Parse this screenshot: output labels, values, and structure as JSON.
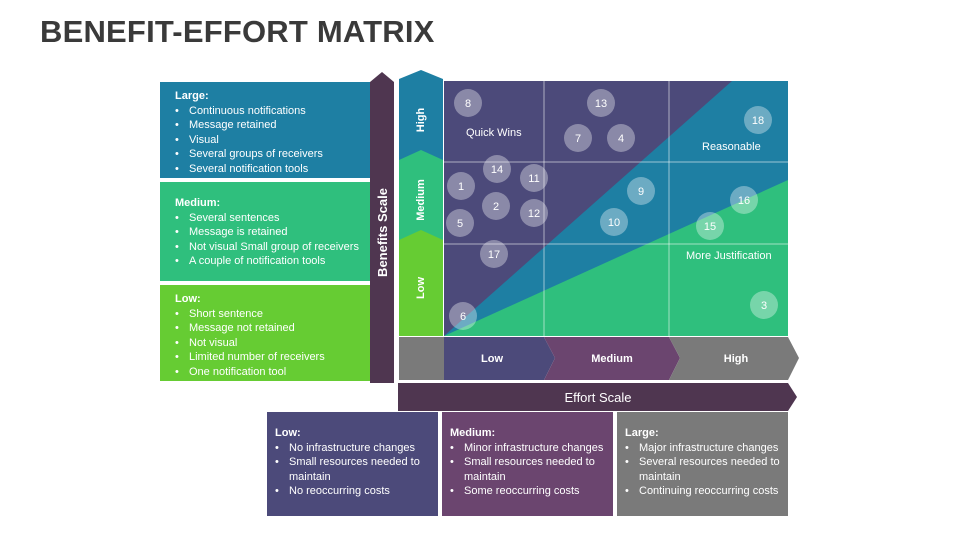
{
  "title": "BENEFIT-EFFORT MATRIX",
  "benefit_boxes": [
    {
      "heading": "Large:",
      "color": "#1e7fa3",
      "items": [
        "Continuous notifications",
        "Message retained",
        "Visual",
        "Several groups of receivers",
        "Several notification tools"
      ]
    },
    {
      "heading": "Medium:",
      "color": "#2fbf7d",
      "items": [
        "Several sentences",
        "Message is retained",
        "Not visual Small group of receivers",
        "A couple of notification tools"
      ]
    },
    {
      "heading": "Low:",
      "color": "#66cc33",
      "items": [
        "Short sentence",
        "Message not retained",
        "Not visual",
        " Limited number of receivers",
        "One notification tool"
      ]
    }
  ],
  "benefits_scale": {
    "label": "Benefits Scale",
    "levels": [
      "High",
      "Medium",
      "Low"
    ],
    "colors": [
      "#1e7fa3",
      "#2fbf7d",
      "#66cc33"
    ],
    "bar_color": "#4f3650"
  },
  "effort_scale": {
    "label": "Effort Scale",
    "levels": [
      "Low",
      "Medium",
      "High"
    ],
    "colors": [
      "#4c4a7a",
      "#6b456f",
      "#7a7a7a"
    ],
    "bar_color": "#4f3650"
  },
  "quadrants": {
    "quick_wins": "Quick Wins",
    "reasonable": "Reasonable",
    "more_justification": "More Justification"
  },
  "items": [
    "1",
    "2",
    "3",
    "4",
    "5",
    "6",
    "7",
    "8",
    "9",
    "10",
    "11",
    "12",
    "13",
    "14",
    "15",
    "16",
    "17",
    "18"
  ],
  "effort_boxes": [
    {
      "heading": "Low:",
      "color": "#4c4a7a",
      "items": [
        "No infrastructure changes",
        "Small resources needed to maintain",
        "No reoccurring costs"
      ]
    },
    {
      "heading": "Medium:",
      "color": "#6b456f",
      "items": [
        "Minor infrastructure changes",
        "Small resources needed to maintain",
        "Some reoccurring costs"
      ]
    },
    {
      "heading": "Large:",
      "color": "#7a7a7a",
      "items": [
        "Major infrastructure changes",
        "Several resources needed to maintain",
        "Continuing reoccurring costs"
      ]
    }
  ]
}
